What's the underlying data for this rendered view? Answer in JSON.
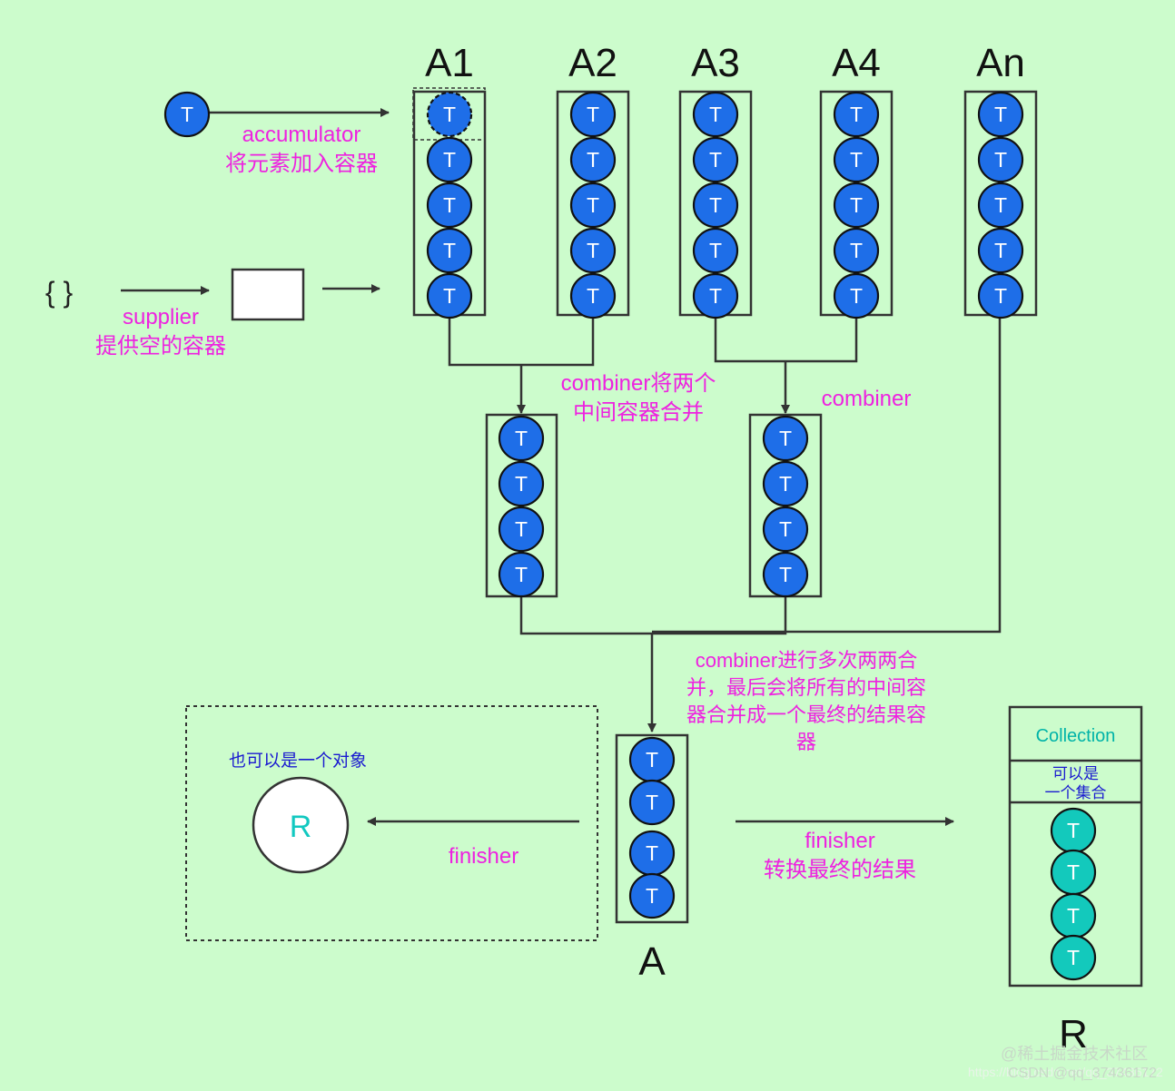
{
  "tokens": {
    "element_letter": "T",
    "result_letter": "R",
    "blue": "#1e6ee8",
    "teal": "#13c9bc",
    "label_magenta": "#ee22e0",
    "background": "#ccfccc"
  },
  "columns": {
    "a1": "A1",
    "a2": "A2",
    "a3": "A3",
    "a4": "A4",
    "an": "An",
    "a_final": "A",
    "r_final": "R"
  },
  "labels": {
    "accumulator": "accumulator",
    "accumulator_desc": "将元素加入容器",
    "supplier_braces": "{ }",
    "supplier": "supplier",
    "supplier_desc": "提供空的容器",
    "combiner_pair_line1": "combiner将两个",
    "combiner_pair_line2": "中间容器合并",
    "combiner": "combiner",
    "combiner_multi_line1": "combiner进行多次两两合",
    "combiner_multi_line2": "并，最后会将所有的中间容",
    "combiner_multi_line3": "器合并成一个最终的结果容",
    "combiner_multi_line4": "器",
    "finisher_left": "finisher",
    "finisher_right": "finisher",
    "finisher_desc": "转换最终的结果",
    "object_note": "也可以是一个对象",
    "collection": "Collection",
    "collection_note_line1": "可以是",
    "collection_note_line2": "一个集合"
  },
  "watermark": {
    "line1": "@稀土掘金技术社区",
    "line2": "https://blog.csdn.net/qq_37436172",
    "line3": "CSDN @qq_37436172"
  }
}
